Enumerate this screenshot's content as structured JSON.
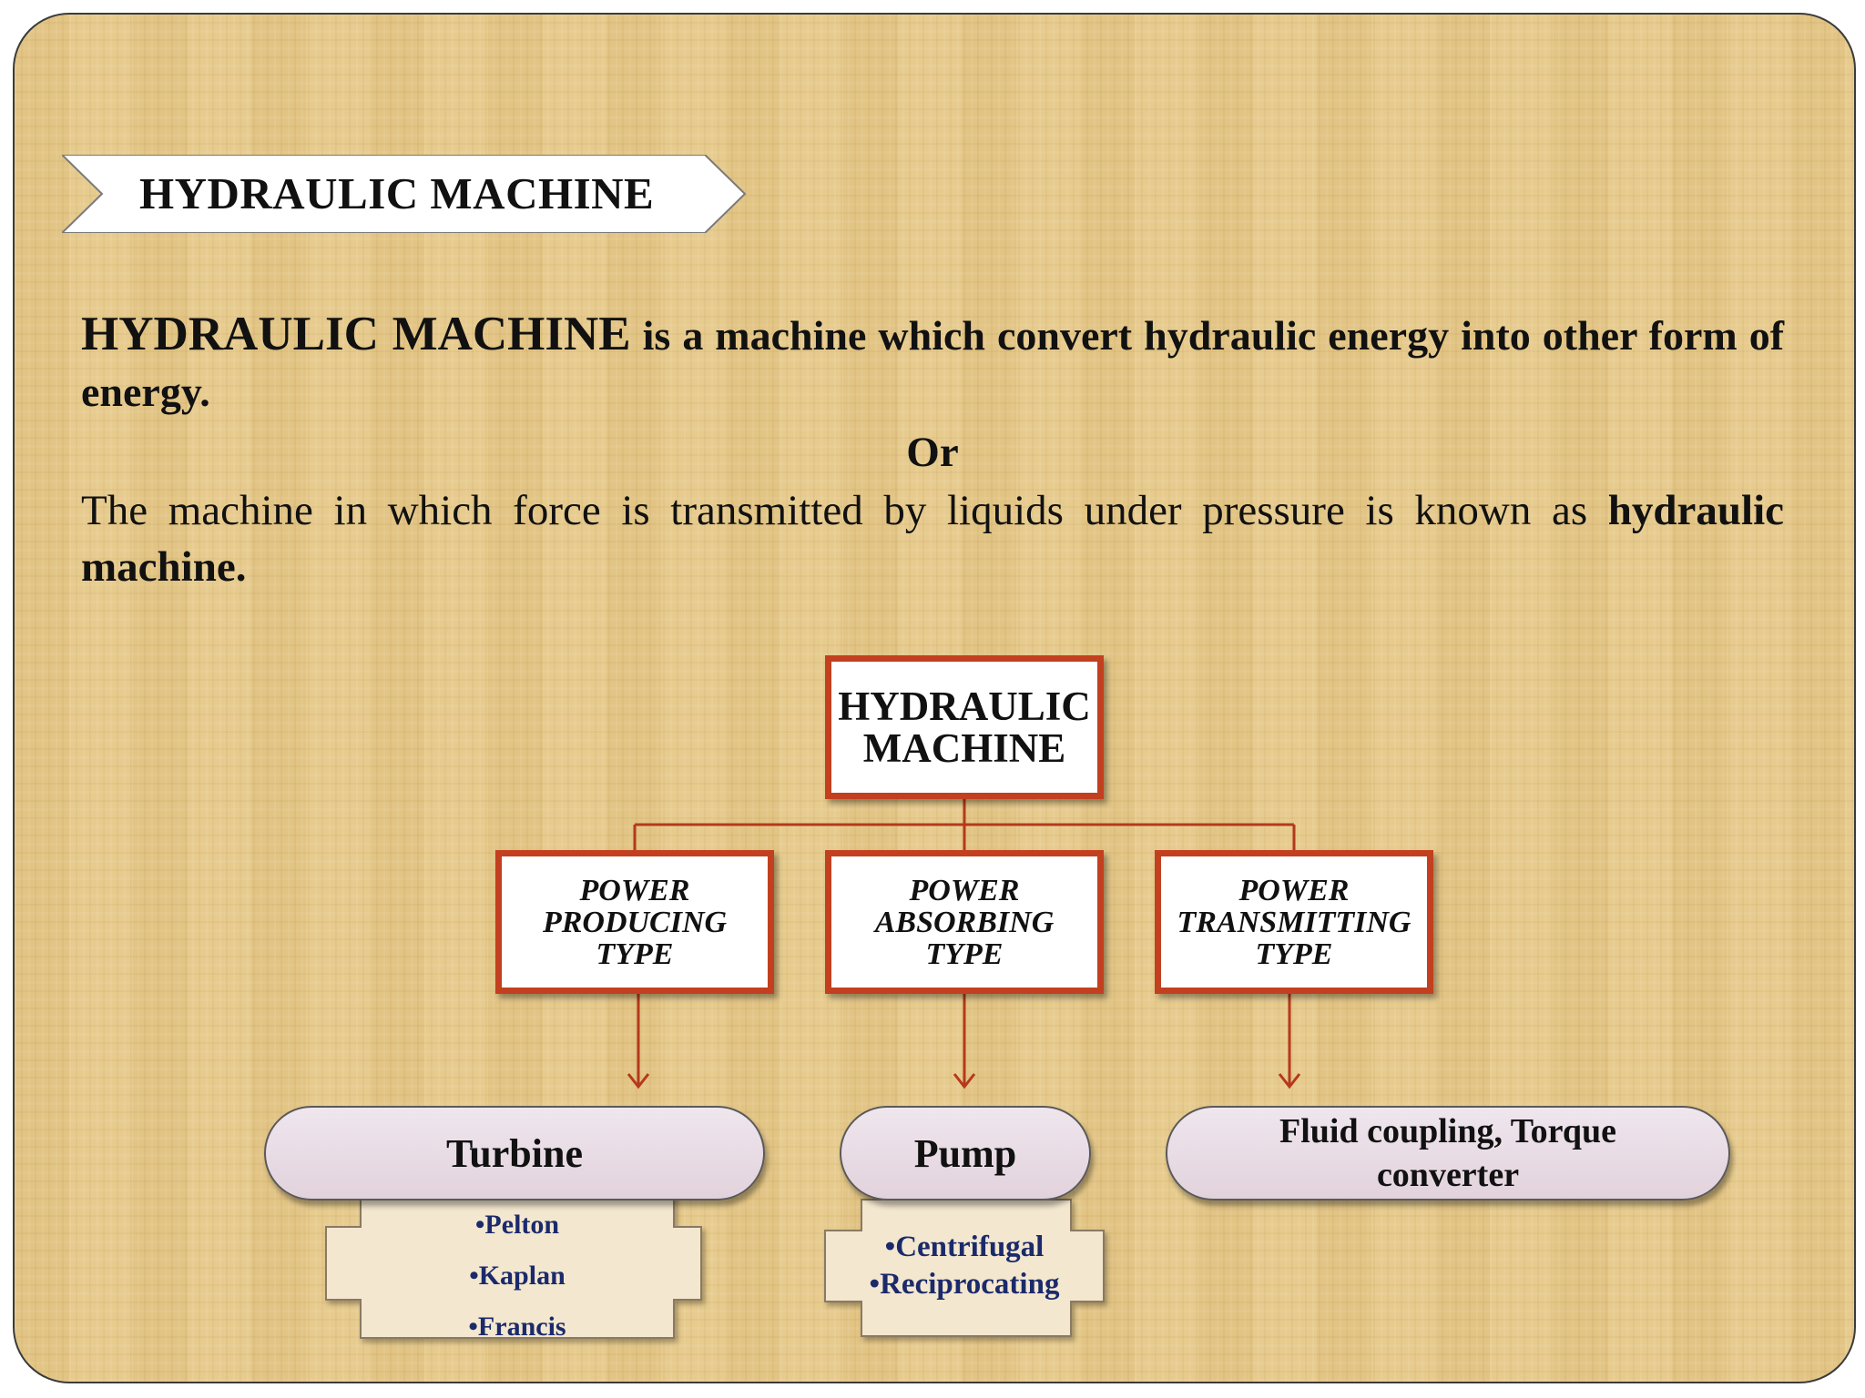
{
  "slide": {
    "title": "HYDRAULIC MACHINE",
    "definition": {
      "term": "HYDRAULIC MACHINE",
      "text": " is a machine which convert hydraulic energy into other form of energy."
    },
    "or_label": "Or",
    "definition2": {
      "text": "The machine in which force is transmitted by liquids under pressure is known as ",
      "bold": "hydraulic machine."
    }
  },
  "diagram": {
    "root": {
      "line1": "HYDRAULIC",
      "line2": "MACHINE"
    },
    "types": [
      {
        "line1": "POWER",
        "line2": "PRODUCING",
        "line3": "TYPE"
      },
      {
        "line1": "POWER",
        "line2": "ABSORBING",
        "line3": "TYPE"
      },
      {
        "line1": "POWER",
        "line2": "TRANSMITTING",
        "line3": "TYPE"
      }
    ],
    "examples": [
      {
        "label": "Turbine",
        "items": [
          "•Pelton",
          "•Kaplan",
          "•Francis"
        ]
      },
      {
        "label": "Pump",
        "items": [
          "•Centrifugal",
          "•Reciprocating"
        ]
      },
      {
        "label": "Fluid coupling, Torque converter",
        "items": []
      }
    ],
    "colors": {
      "box_border": "#c2401f",
      "connector": "#b5391c",
      "item_text": "#1b2a6b"
    }
  }
}
